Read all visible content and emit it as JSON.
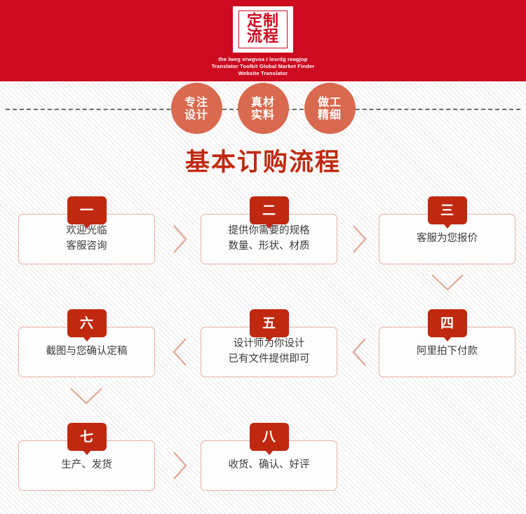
{
  "header": {
    "logo_line1": "定制",
    "logo_line2": "流程",
    "subtitle_line1": "the lweg erwgvoa I lesrdg reagjop",
    "subtitle_line2": "Translator Toolkit Global Market Finder",
    "subtitle_line3": "Website Translator",
    "background_color": "#cc0a20"
  },
  "badges": [
    {
      "line1": "专注",
      "line2": "设计"
    },
    {
      "line1": "真材",
      "line2": "实料"
    },
    {
      "line1": "做工",
      "line2": "精细"
    }
  ],
  "badge_color": "#d9694f",
  "title": "基本订购流程",
  "title_color": "#c0290f",
  "step_badge_color": "#c0290f",
  "step_border_color": "#e5b2a5",
  "steps": [
    {
      "number": "一",
      "lines": [
        "欢迎光临",
        "客服咨询"
      ]
    },
    {
      "number": "二",
      "lines": [
        "提供你需要的规格",
        "数量、形状、材质"
      ]
    },
    {
      "number": "三",
      "lines": [
        "客服为您报价"
      ]
    },
    {
      "number": "四",
      "lines": [
        "阿里拍下付款"
      ]
    },
    {
      "number": "五",
      "lines": [
        "设计师为你设计",
        "已有文件提供即可"
      ]
    },
    {
      "number": "六",
      "lines": [
        "截图与您确认定稿"
      ]
    },
    {
      "number": "七",
      "lines": [
        "生产、发货"
      ]
    },
    {
      "number": "八",
      "lines": [
        "收货、确认、好评"
      ]
    }
  ],
  "connectors": [
    {
      "name": "chevron-right-1-2",
      "direction": "right"
    },
    {
      "name": "chevron-right-2-3",
      "direction": "right"
    },
    {
      "name": "chevron-down-3-4",
      "direction": "down"
    },
    {
      "name": "chevron-left-4-5",
      "direction": "left"
    },
    {
      "name": "chevron-left-5-6",
      "direction": "left"
    },
    {
      "name": "chevron-down-6-7",
      "direction": "down"
    },
    {
      "name": "chevron-right-7-8",
      "direction": "right"
    }
  ]
}
